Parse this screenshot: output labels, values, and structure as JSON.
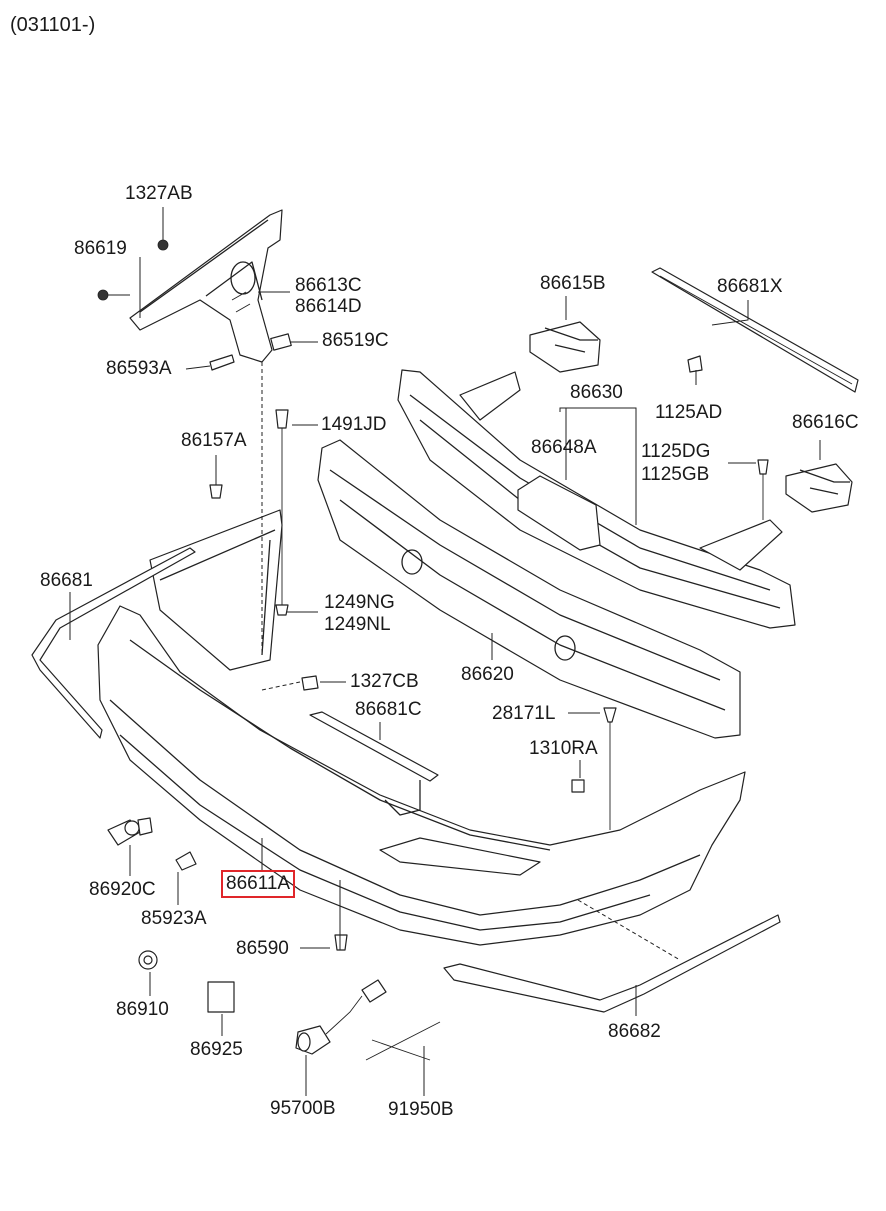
{
  "header": {
    "code": "(031101-)"
  },
  "highlighted_part": "86611A",
  "accent_color": "#e0262a",
  "parts": [
    {
      "key": "p1327AB",
      "label": "1327AB"
    },
    {
      "key": "p86619",
      "label": "86619"
    },
    {
      "key": "p86613C",
      "label": "86613C"
    },
    {
      "key": "p86614D",
      "label": "86614D"
    },
    {
      "key": "p86519C",
      "label": "86519C"
    },
    {
      "key": "p86593A",
      "label": "86593A"
    },
    {
      "key": "p86615B",
      "label": "86615B"
    },
    {
      "key": "p86681X",
      "label": "86681X"
    },
    {
      "key": "p86630",
      "label": "86630"
    },
    {
      "key": "p1125AD",
      "label": "1125AD"
    },
    {
      "key": "p86648A",
      "label": "86648A"
    },
    {
      "key": "p1125DG",
      "label": "1125DG"
    },
    {
      "key": "p1125GB",
      "label": "1125GB"
    },
    {
      "key": "p86616C",
      "label": "86616C"
    },
    {
      "key": "p1491JD",
      "label": "1491JD"
    },
    {
      "key": "p86157A",
      "label": "86157A"
    },
    {
      "key": "p86681",
      "label": "86681"
    },
    {
      "key": "p1249NG",
      "label": "1249NG"
    },
    {
      "key": "p1249NL",
      "label": "1249NL"
    },
    {
      "key": "p86620",
      "label": "86620"
    },
    {
      "key": "p1327CB",
      "label": "1327CB"
    },
    {
      "key": "p86681C",
      "label": "86681C"
    },
    {
      "key": "p28171L",
      "label": "28171L"
    },
    {
      "key": "p1310RA",
      "label": "1310RA"
    },
    {
      "key": "p86920C",
      "label": "86920C"
    },
    {
      "key": "p85923A",
      "label": "85923A"
    },
    {
      "key": "p86611A",
      "label": "86611A"
    },
    {
      "key": "p86590",
      "label": "86590"
    },
    {
      "key": "p86910",
      "label": "86910"
    },
    {
      "key": "p86925",
      "label": "86925"
    },
    {
      "key": "p86682",
      "label": "86682"
    },
    {
      "key": "p95700B",
      "label": "95700B"
    },
    {
      "key": "p91950B",
      "label": "91950B"
    }
  ]
}
